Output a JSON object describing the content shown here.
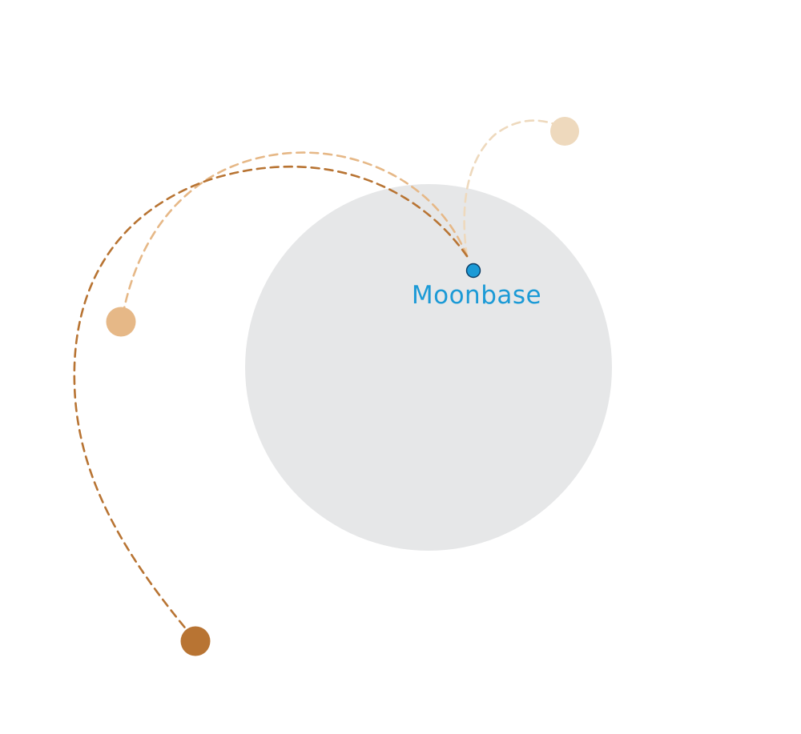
{
  "base": {
    "label": "Moonbase",
    "label_color": "#1b9ad6",
    "dot_color": "#1b9ad6"
  },
  "moon": {
    "color": "#e6e7e8"
  },
  "satellites": [
    {
      "name": "satellite-dark",
      "color": "#b87433"
    },
    {
      "name": "satellite-medium",
      "color": "#e6b887"
    },
    {
      "name": "satellite-light",
      "color": "#eed9bd"
    }
  ],
  "paths": [
    {
      "name": "trajectory-dark",
      "color": "#b87433"
    },
    {
      "name": "trajectory-medium",
      "color": "#e6b887"
    },
    {
      "name": "trajectory-light",
      "color": "#eed9bd"
    }
  ]
}
